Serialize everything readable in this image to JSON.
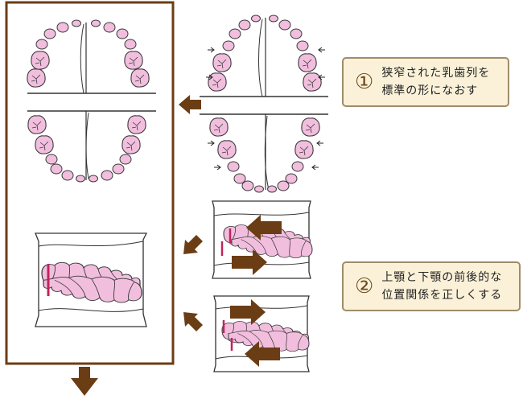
{
  "notes": [
    {
      "number": "①",
      "lines": [
        "狭窄された乳歯列を",
        "標準の形になおす"
      ]
    },
    {
      "number": "②",
      "lines": [
        "上顎と下顎の前後的な",
        "位置関係を正しくする"
      ]
    }
  ],
  "colors": {
    "frame": "#6b3d14",
    "arrow": "#6b3d14",
    "tooth_fill": "#f2bede",
    "tooth_stroke": "#3a3a3a",
    "marker": "#c0245c",
    "note_bg": "#fbf1d8",
    "note_border": "#a08c6a"
  },
  "icons": [
    "arrow-left-icon",
    "arrow-down-icon",
    "arrow-right-icon",
    "arrow-diagonal-icon"
  ]
}
